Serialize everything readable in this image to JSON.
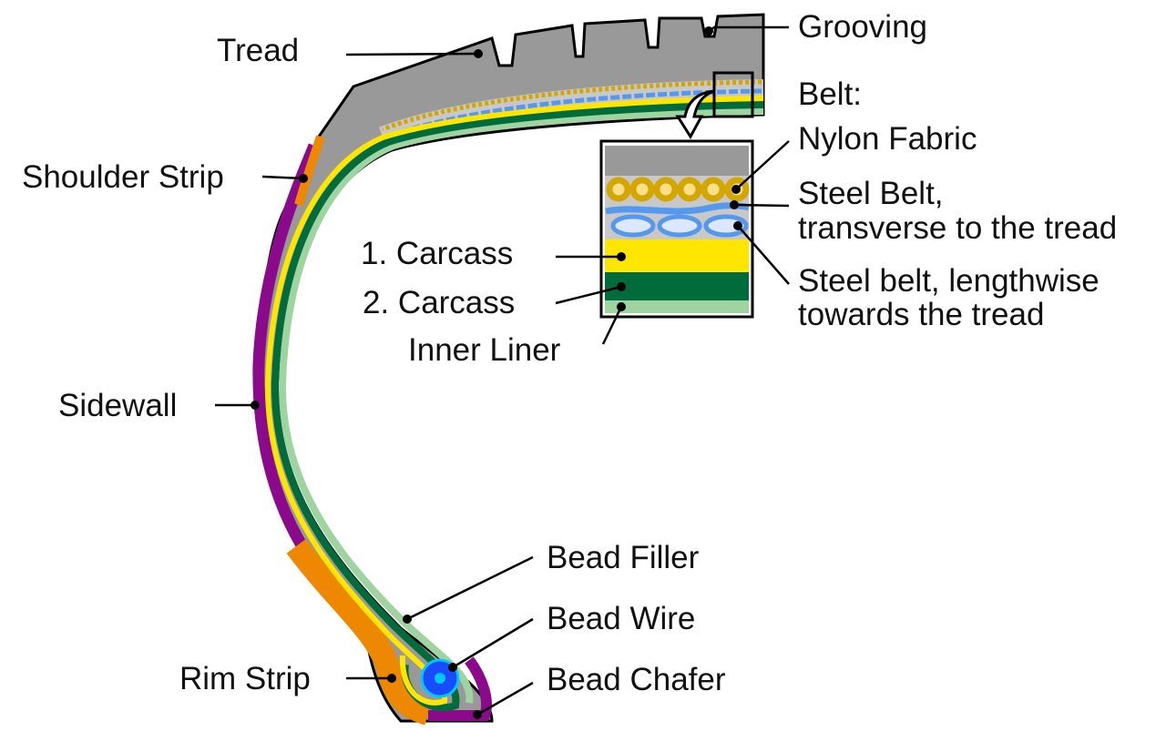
{
  "labels": {
    "tread": "Tread",
    "grooving": "Grooving",
    "belt": "Belt:",
    "nylon_fabric": "Nylon Fabric",
    "steel_belt_transverse_1": "Steel Belt,",
    "steel_belt_transverse_2": "transverse to the tread",
    "steel_belt_lengthwise_1": "Steel belt, lengthwise",
    "steel_belt_lengthwise_2": "towards the tread",
    "carcass_1": "1. Carcass",
    "carcass_2": "2. Carcass",
    "inner_liner": "Inner Liner",
    "shoulder_strip": "Shoulder Strip",
    "sidewall": "Sidewall",
    "bead_filler": "Bead Filler",
    "bead_wire": "Bead Wire",
    "bead_chafer": "Bead Chafer",
    "rim_strip": "Rim Strip"
  },
  "colors": {
    "tread": "#999999",
    "filler": "#c8c8c8",
    "nylon": "#d4a600",
    "nylon_core": "#ffe08a",
    "steel": "#5599ee",
    "steel_core": "#dde8ff",
    "carcass_1": "#ffe600",
    "carcass_2": "#006c3c",
    "inner_liner": "#9fd39f",
    "sidewall": "#8b0a8b",
    "strip": "#ee8800",
    "bead_wire": "#1a4cff"
  }
}
